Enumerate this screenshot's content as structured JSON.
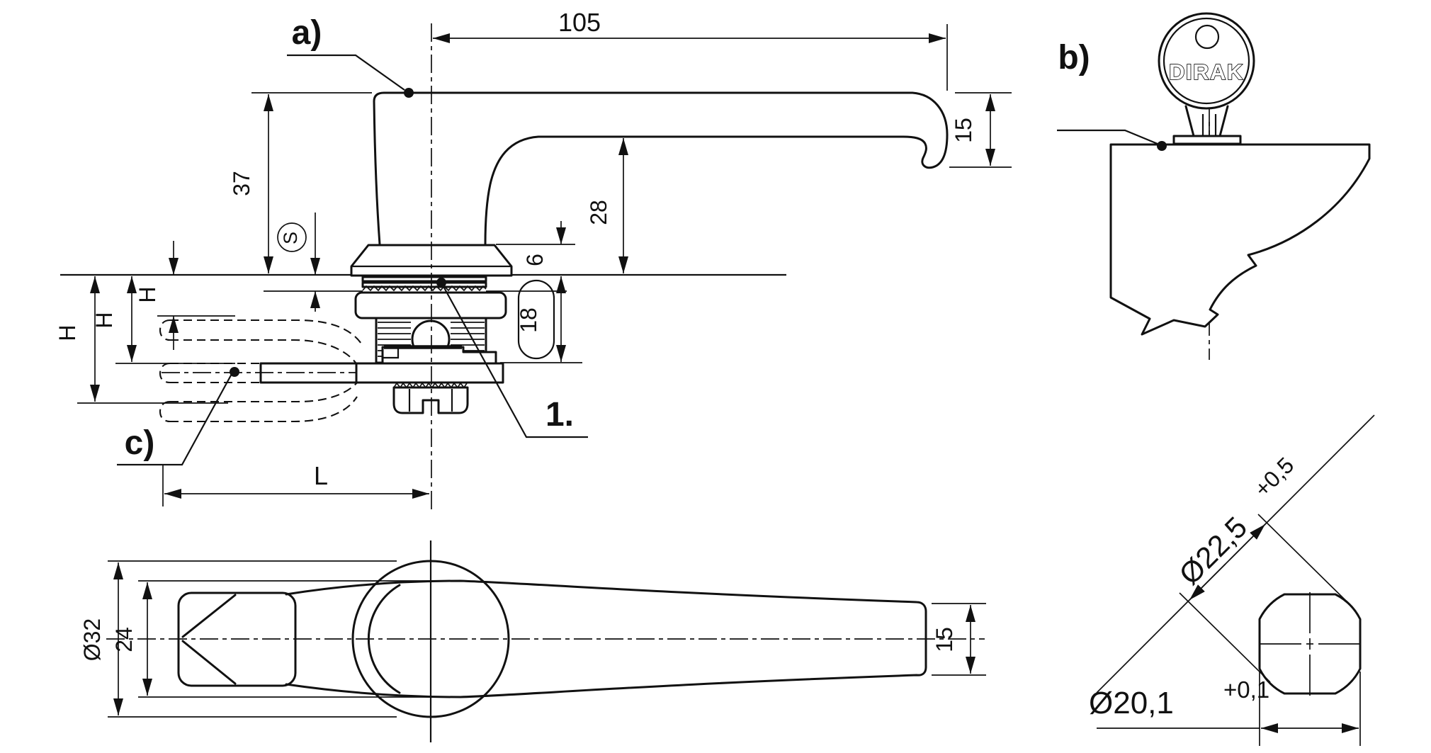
{
  "labels": {
    "a": "a)",
    "b": "b)",
    "c": "c)",
    "item1": "1."
  },
  "side_view": {
    "dim_length": "105",
    "dim_tip_height": "15",
    "dim_grip_height": "37",
    "dim_lever_height": "28",
    "dim_cone_height": "6",
    "dim_clamp_range": "18",
    "dim_panel_thickness": "S",
    "dim_h_pos1": "H",
    "dim_h_pos2": "H",
    "dim_h_pos3": "H",
    "dim_latch_length": "L"
  },
  "plan_view": {
    "dim_boss_diameter": "Ø32",
    "dim_lever_width": "24",
    "dim_tip_width": "15"
  },
  "key_view": {
    "brand": "DIRAK"
  },
  "cutout_view": {
    "dim_corner_diameter": "Ø22,5",
    "tol_corner": "+0,5",
    "dim_flat_diameter": "Ø20,1",
    "tol_flat": "+0,1"
  },
  "colors": {
    "line": "#111111",
    "background": "#ffffff"
  }
}
